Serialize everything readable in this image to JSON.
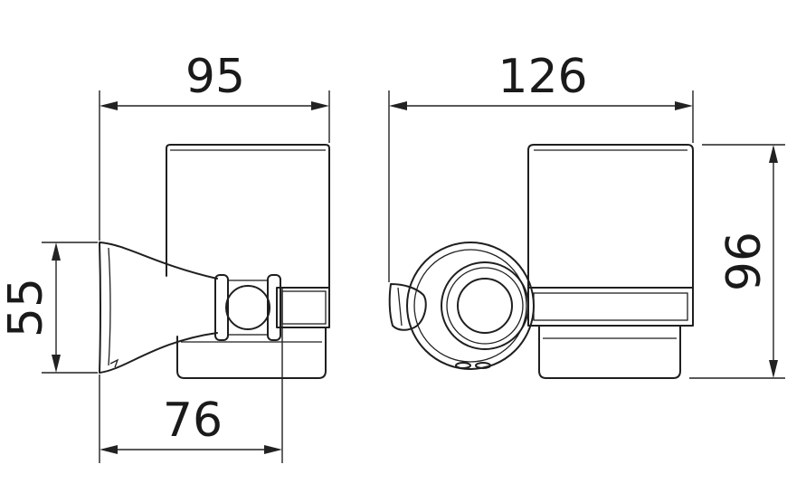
{
  "dimensions": {
    "top_width_left": "95",
    "top_width_right": "126",
    "left_height": "55",
    "bottom_width": "76",
    "right_height": "96"
  },
  "colors": {
    "stroke": "#1f1f1f",
    "background": "#ffffff"
  }
}
